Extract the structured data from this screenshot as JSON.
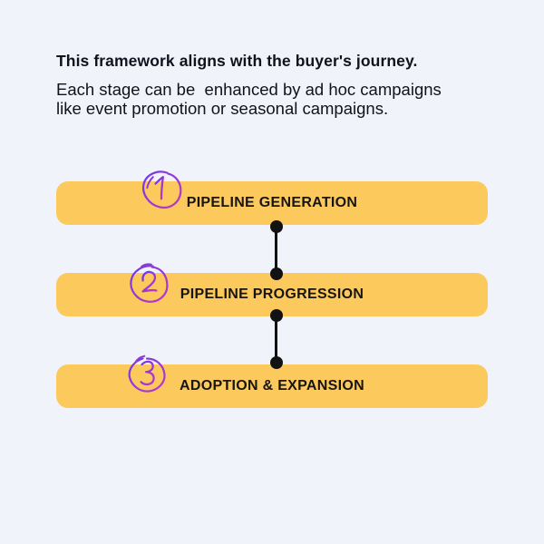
{
  "header": {
    "title": "This framework aligns with the buyer's journey.",
    "subtitle_lines": [
      "Each stage can be  enhanced by ad hoc campaigns",
      "like event promotion or seasonal campaigns."
    ]
  },
  "steps": [
    {
      "number": "1",
      "label": "PIPELINE GENERATION"
    },
    {
      "number": "2",
      "label": "PIPELINE PROGRESSION"
    },
    {
      "number": "3",
      "label": "ADOPTION & EXPANSION"
    }
  ],
  "colors": {
    "background": "#F0F3F9",
    "bar_fill": "#FCC95C",
    "text": "#10131E",
    "connector": "#121212",
    "ink_violet": "#6C3BEA",
    "ink_magenta": "#C137C3"
  }
}
